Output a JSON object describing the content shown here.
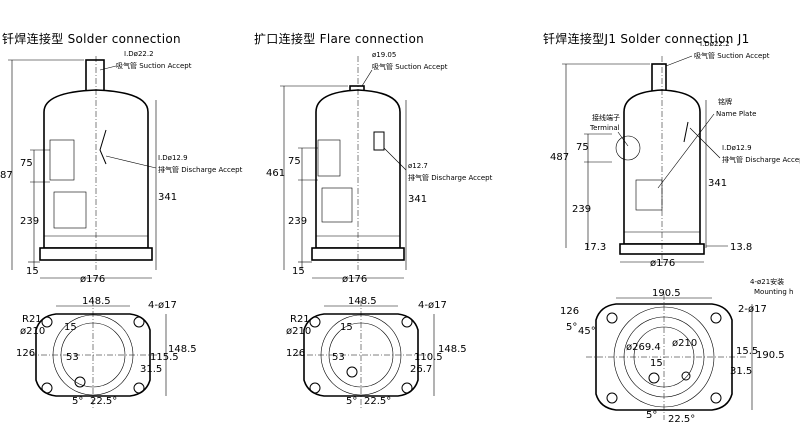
{
  "titles": {
    "left": "钎焊连接型 Solder connection",
    "middle": "扩口连接型 Flare connection",
    "right": "钎焊连接型J1 Solder connection J1"
  },
  "left": {
    "suction_size": "I.Dø22.2",
    "suction_label": "吸气管 Suction Accept",
    "discharge_size": "I.Dø12.9",
    "discharge_label": "排气管 Discharge Accept",
    "h_total": "87",
    "h_75": "75",
    "h_239": "239",
    "h_341": "341",
    "h_15": "15",
    "d_176": "ø176",
    "plan_148": "148.5",
    "plan_4holes": "4-ø17",
    "plan_r21": "R21",
    "plan_d210": "ø210",
    "plan_126": "126",
    "plan_15": "15",
    "plan_53": "53",
    "plan_115": "115.5",
    "plan_31": "31.5",
    "plan_148_v": "148.5",
    "plan_5": "5°",
    "plan_22": "22.5°"
  },
  "middle": {
    "suction_size": "ø19.05",
    "suction_label": "吸气管 Suction Accept",
    "discharge_size": "ø12.7",
    "discharge_label": "排气管 Discharge Accept",
    "h_total": "461",
    "h_75": "75",
    "h_239": "239",
    "h_341": "341",
    "h_15": "15",
    "d_176": "ø176",
    "plan_148": "148.5",
    "plan_4holes": "4-ø17",
    "plan_r21": "R21",
    "plan_d210": "ø210",
    "plan_126": "126",
    "plan_15": "15",
    "plan_53": "53",
    "plan_110": "110.5",
    "plan_26": "26.7",
    "plan_148_v": "148.5",
    "plan_5": "5°",
    "plan_22": "22.5°"
  },
  "right": {
    "suction_size": "I.Dø22.2",
    "suction_label": "吸气管 Suction Accept",
    "terminal_cn": "接线端子",
    "terminal_en": "Terminal",
    "nameplate_cn": "铭牌",
    "nameplate_en": "Name Plate",
    "discharge_size": "I.Dø12.9",
    "discharge_label": "排气管 Discharge Accept",
    "h_total": "487",
    "h_75": "75",
    "h_239": "239",
    "h_341": "341",
    "h_17": "17.3",
    "h_13": "13.8",
    "d_176": "ø176",
    "plan_190": "190.5",
    "plan_holes_top": "4-ø21安装",
    "plan_holes_bottom": "Mounting h",
    "plan_2holes": "2-ø17",
    "plan_126": "126",
    "plan_45": "45°",
    "plan_5a": "5°",
    "plan_d269": "ø269.4",
    "plan_d210": "ø210",
    "plan_15": "15",
    "plan_155": "15.5",
    "plan_31": "31.5",
    "plan_190_v": "190.5",
    "plan_5b": "5°",
    "plan_22": "22.5°"
  }
}
